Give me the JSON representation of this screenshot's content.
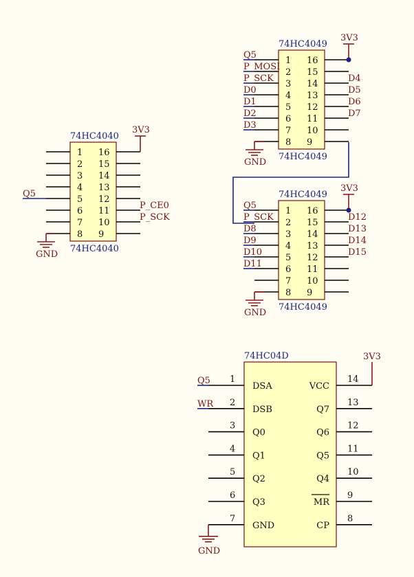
{
  "chips": {
    "c4040": {
      "title_top": "74HC4040",
      "title_bottom": "74HC4040",
      "pins_left": [
        "1",
        "2",
        "3",
        "4",
        "5",
        "6",
        "7",
        "8"
      ],
      "pins_right": [
        "16",
        "15",
        "14",
        "13",
        "12",
        "11",
        "10",
        "9"
      ],
      "power": "3V3",
      "ground": "GND",
      "left_labels": [
        "",
        "",
        "",
        "",
        "Q5",
        "",
        "",
        ""
      ],
      "right_labels": [
        "",
        "",
        "",
        "",
        "",
        "P_CE0",
        "P_SCK",
        ""
      ]
    },
    "c4049a": {
      "title_top": "74HC4049",
      "title_bottom": "74HC4049",
      "pins_left": [
        "1",
        "2",
        "3",
        "4",
        "5",
        "6",
        "7",
        "8"
      ],
      "pins_right": [
        "16",
        "15",
        "14",
        "13",
        "12",
        "11",
        "10",
        "9"
      ],
      "power": "3V3",
      "ground": "GND",
      "left_labels": [
        "Q5",
        "P_MOSI",
        "P_SCK",
        "D0",
        "D1",
        "D2",
        "D3",
        ""
      ],
      "right_labels": [
        "",
        "",
        "D4",
        "D5",
        "D6",
        "D7",
        "",
        ""
      ]
    },
    "c4049b": {
      "title_top": "74HC4049",
      "title_bottom": "74HC4049",
      "pins_left": [
        "1",
        "2",
        "3",
        "4",
        "5",
        "6",
        "7",
        "8"
      ],
      "pins_right": [
        "16",
        "15",
        "14",
        "13",
        "12",
        "11",
        "10",
        "9"
      ],
      "power": "3V3",
      "ground": "GND",
      "left_labels": [
        "Q5",
        "P_SCK",
        "D8",
        "D9",
        "D10",
        "D11",
        "",
        ""
      ],
      "right_labels": [
        "",
        "D12",
        "D13",
        "D14",
        "D15",
        "",
        "",
        ""
      ]
    },
    "c04d": {
      "title": "74HC04D",
      "power": "3V3",
      "ground": "GND",
      "left_nums": [
        "1",
        "2",
        "3",
        "4",
        "5",
        "6",
        "7"
      ],
      "left_names": [
        "DSA",
        "DSB",
        "Q0",
        "Q1",
        "Q2",
        "Q3",
        "GND"
      ],
      "left_labels": [
        "Q5",
        "WR",
        "",
        "",
        "",
        "",
        ""
      ],
      "right_nums": [
        "14",
        "13",
        "12",
        "11",
        "10",
        "9",
        "8"
      ],
      "right_names": [
        "VCC",
        "Q7",
        "Q6",
        "Q5",
        "Q4",
        "MR",
        "CP"
      ]
    }
  }
}
